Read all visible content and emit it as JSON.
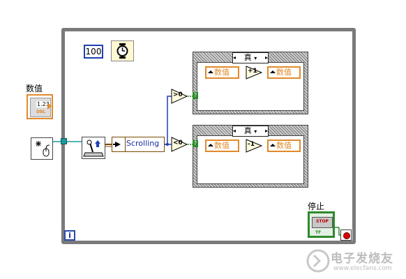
{
  "loop": {
    "iteration_terminal": "i",
    "wait_constant": "100"
  },
  "controls": {
    "numeric_label": "数值",
    "numeric_value": "1.23",
    "numeric_type": "DBL",
    "stop_label": "停止",
    "stop_button_text": "STOP",
    "stop_tf": "TF"
  },
  "unbundle": {
    "field": "Scrolling"
  },
  "comparisons": {
    "upper": ">0",
    "lower": "<0"
  },
  "case_upper": {
    "selector": "真",
    "local_in": "数值",
    "operation": "+1",
    "local_out": "数值"
  },
  "case_lower": {
    "selector": "真",
    "local_in": "数值",
    "operation": "-1",
    "local_out": "数值"
  },
  "watermark": {
    "line1": "电子发烧友",
    "line2": "www.elecfans.com"
  },
  "colors": {
    "numeric_wire": "#e08a2a",
    "boolean_wire": "#2d8a2d",
    "cluster_wire": "#7a4a00",
    "refnum_wire": "#1a9a9a",
    "int_wire": "#1f3fb5",
    "loop_border": "#7a7a7a"
  },
  "icons": {
    "wait": "stopwatch-icon",
    "mouse": "mouse-icon",
    "joystick": "joystick-icon",
    "stop": "stop-circle-icon"
  }
}
